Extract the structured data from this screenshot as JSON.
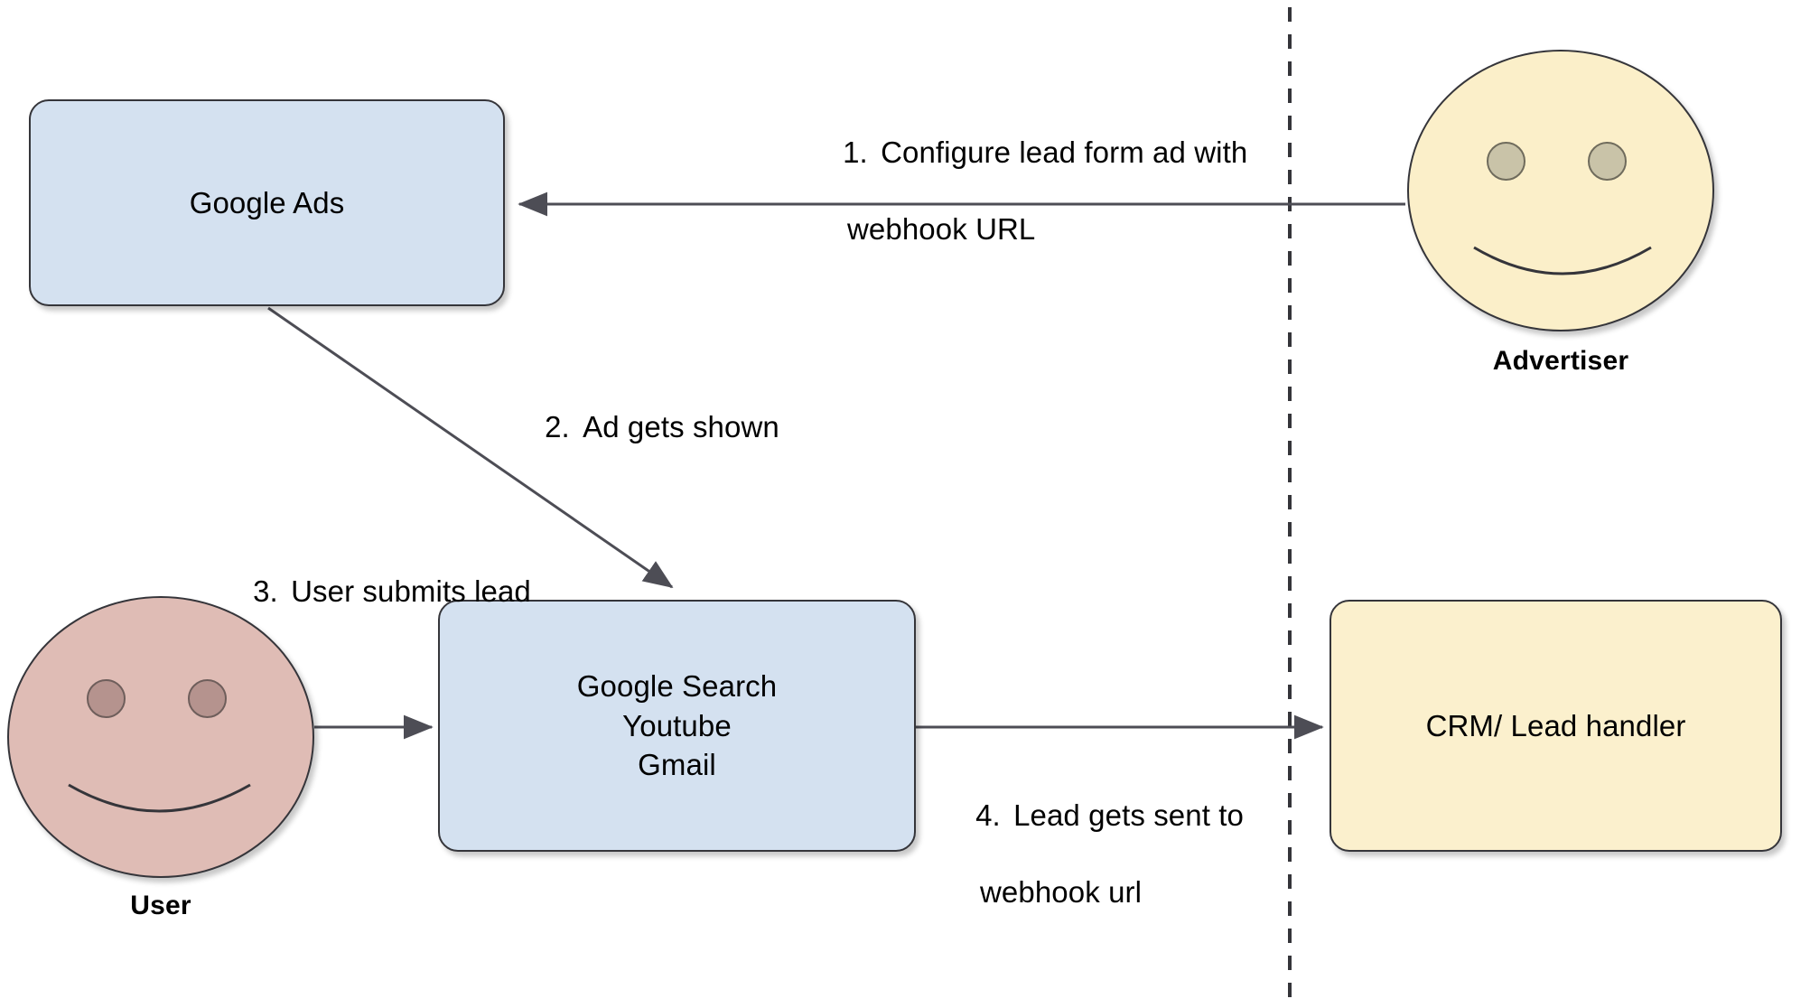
{
  "diagram": {
    "title": "Google Ads lead form webhook flow",
    "colors": {
      "box_blue": "#d4e1f0",
      "box_cream": "#fbf0cd",
      "advertiser_face": "#fbefc9",
      "advertiser_eye": "#c9c3a8",
      "user_face": "#dfbcb5",
      "user_eye": "#b5938e",
      "stroke": "#35353a",
      "edge": "#4d4d55",
      "background": "#ffffff"
    },
    "nodes": {
      "google_ads": {
        "label": "Google Ads"
      },
      "google_surfaces": {
        "label": "Google Search\nYoutube\nGmail"
      },
      "crm": {
        "label": "CRM/ Lead handler"
      },
      "advertiser": {
        "label": "Advertiser"
      },
      "user": {
        "label": "User"
      }
    },
    "edges": [
      {
        "id": "step1",
        "number": "1.",
        "line1": "Configure lead form ad with",
        "line2": "webhook URL",
        "from": "advertiser",
        "to": "google_ads"
      },
      {
        "id": "step2",
        "number": "2.",
        "line1": "Ad gets shown",
        "line2": "",
        "from": "google_ads",
        "to": "google_surfaces"
      },
      {
        "id": "step3",
        "number": "3.",
        "line1": "User submits lead",
        "line2": "",
        "from": "user",
        "to": "google_surfaces"
      },
      {
        "id": "step4",
        "number": "4.",
        "line1": "Lead gets sent to",
        "line2": "webhook url",
        "from": "google_surfaces",
        "to": "crm"
      }
    ],
    "divider": {
      "style": "dashed-vertical"
    }
  }
}
